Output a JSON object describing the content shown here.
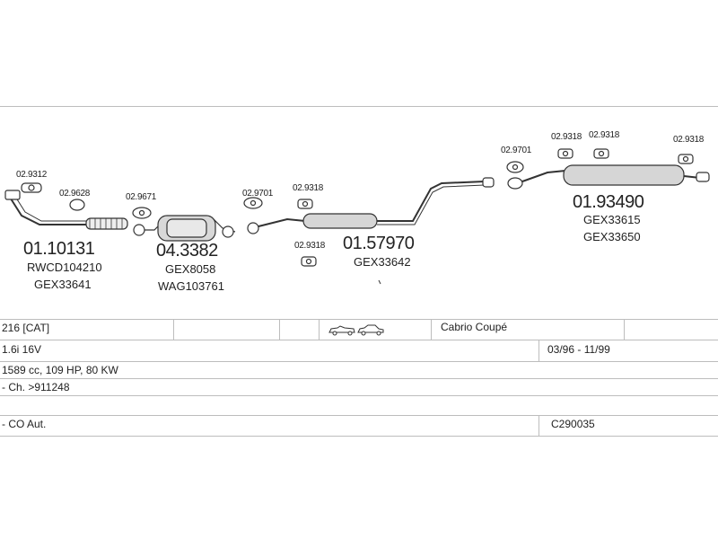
{
  "parts": {
    "p1": {
      "code": "01.10131",
      "ref1": "RWCD104210",
      "ref2": "GEX33641"
    },
    "p2": {
      "code": "04.3382",
      "ref1": "GEX8058",
      "ref2": "WAG103761"
    },
    "p3": {
      "code": "01.57970",
      "ref1": "GEX33642"
    },
    "p4": {
      "code": "01.93490",
      "ref1": "GEX33615",
      "ref2": "GEX33650"
    }
  },
  "small_parts": {
    "s1": "02.9312",
    "s2": "02.9628",
    "s3": "02.9671",
    "s4": "02.9701",
    "s5": "02.9318",
    "s6": "02.9318",
    "s7": "02.9701",
    "s8": "02.9318",
    "s9": "02.9318",
    "s10": "02.9318"
  },
  "table": {
    "model": "216  [CAT]",
    "body_style": "Cabrio Coupé",
    "engine": "1.6i 16V",
    "date_range": "03/96 - 11/99",
    "specs": "1589 cc, 109 HP, 80 KW",
    "chassis": "- Ch. >911248",
    "option": "- CO Aut.",
    "ref_code": "C290035"
  },
  "icons": {
    "vehicle": "cabrio-coupe-icon"
  }
}
